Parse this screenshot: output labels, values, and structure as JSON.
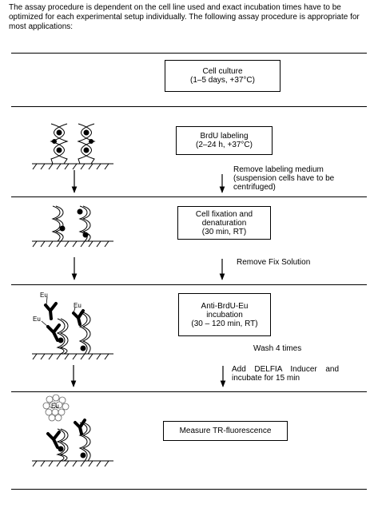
{
  "intro": "The assay procedure is dependent on the cell line used and exact incubation times have to be optimized for each experimental setup individually. The following assay procedure is appropriate for most applications:",
  "steps": [
    {
      "title": "Cell culture",
      "detail": "(1–5 days, +37°C)"
    },
    {
      "title": "BrdU labeling",
      "detail": "(2–24 h, +37°C)"
    },
    {
      "title": "Cell fixation and",
      "title2": "denaturation",
      "detail": "(30 min, RT)"
    },
    {
      "title": "Anti-BrdU-Eu",
      "title2": "incubation",
      "detail": "(30 – 120 min, RT)"
    },
    {
      "title": "Measure TR-fluorescence"
    }
  ],
  "notes": {
    "remove_labeling_1": "Remove labeling medium",
    "remove_labeling_2": "(suspension cells have to be",
    "remove_labeling_3": "centrifuged)",
    "remove_fix": "Remove Fix Solution",
    "wash": "Wash 4 times",
    "inducer": "Add DELFIA Inducer and incubate for 15 min"
  },
  "labels": {
    "eu": "Eu"
  }
}
